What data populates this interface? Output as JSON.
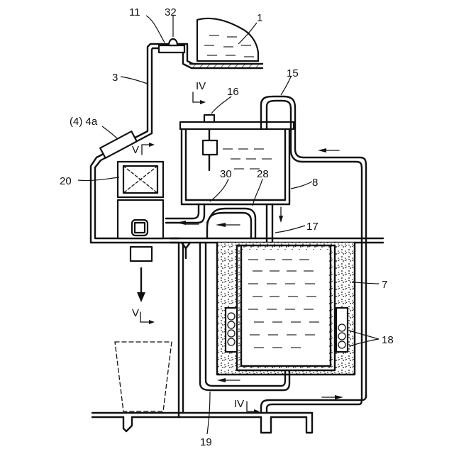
{
  "labels": {
    "l11": "11",
    "l32": "32",
    "l1": "1",
    "l3": "3",
    "l15": "15",
    "l16": "16",
    "lIVtop": "IV",
    "l4a": "(4) 4a",
    "lVtop": "V",
    "l20": "20",
    "l30": "30",
    "l28": "28",
    "l8": "8",
    "l17": "17",
    "l7": "7",
    "lVbot": "V",
    "l18": "18",
    "lIVbot": "IV",
    "l19": "19"
  }
}
